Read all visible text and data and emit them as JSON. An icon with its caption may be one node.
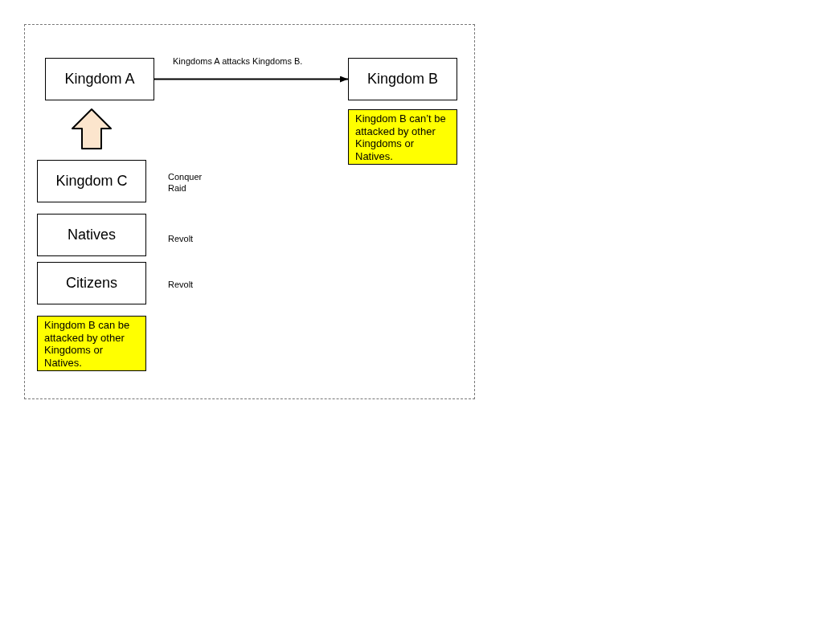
{
  "diagram": {
    "nodes": [
      {
        "text": [],
        "shape": "box"
      },
      {
        "text": [
          "Kingdom A"
        ],
        "in": 0
      },
      {
        "text": [
          "Kingdom B"
        ],
        "in": 0
      },
      {
        "text": [
          "Kingdom B can’t be attacked by other Kingdoms or Natives."
        ],
        "in": 0
      },
      {
        "text": [
          "Kingdom C"
        ],
        "in": 0,
        "beside": [
          "Conquer",
          "Raid"
        ]
      },
      {
        "text": [
          "Natives"
        ],
        "in": 0,
        "beside": [
          "Revolt"
        ]
      },
      {
        "text": [
          "Citizens"
        ],
        "in": 0,
        "beside": [
          "Revolt"
        ]
      },
      {
        "text": [
          "Kingdom B can be attacked by other Kingdoms or Natives."
        ],
        "in": 0
      }
    ],
    "edges": [
      {
        "from": 1,
        "to": 2,
        "arrow": "to",
        "label": "Kingdoms A attacks Kingdoms B."
      },
      {
        "from": 4,
        "to": 1,
        "arrow": "to",
        "style": "thick",
        "color": "#fce5cd"
      }
    ]
  }
}
